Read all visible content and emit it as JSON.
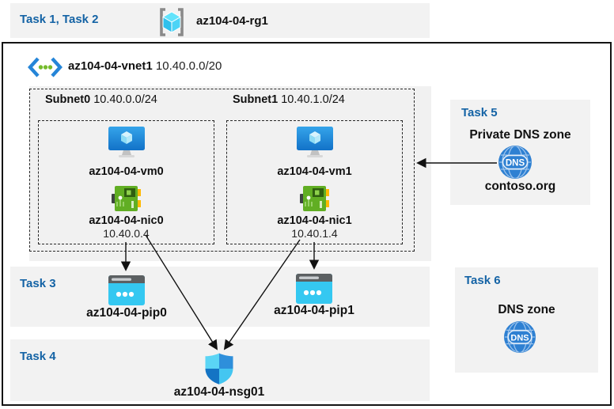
{
  "header": {
    "task_label": "Task 1, Task 2",
    "resource_group": "az104-04-rg1"
  },
  "vnet": {
    "name": "az104-04-vnet1",
    "cidr": "10.40.0.0/20"
  },
  "subnets": [
    {
      "name": "Subnet0",
      "cidr": "10.40.0.0/24",
      "vm": "az104-04-vm0",
      "nic": "az104-04-nic0",
      "ip": "10.40.0.4"
    },
    {
      "name": "Subnet1",
      "cidr": "10.40.1.0/24",
      "vm": "az104-04-vm1",
      "nic": "az104-04-nic1",
      "ip": "10.40.1.4"
    }
  ],
  "task3": {
    "label": "Task 3",
    "pip0": "az104-04-pip0",
    "pip1": "az104-04-pip1"
  },
  "task4": {
    "label": "Task 4",
    "nsg": "az104-04-nsg01"
  },
  "task5": {
    "label": "Task 5",
    "title": "Private DNS zone",
    "zone": "contoso.org",
    "dns_icon_text": "DNS"
  },
  "task6": {
    "label": "Task 6",
    "title": "DNS zone",
    "dns_icon_text": "DNS"
  },
  "colors": {
    "task_label": "#1463a5",
    "band_bg": "#f2f2f2",
    "subnet_bg": "#f1f1f1",
    "vm_blue": "#1b86dd",
    "nic_green": "#61ae23",
    "pip_cyan": "#35c8f1",
    "dns_blue": "#2e80d2",
    "vnet_chevron_blue": "#2585d8",
    "vnet_dot_green": "#76bc2d",
    "rg_cube_cyan": "#4cd4f6",
    "arrow_black": "#111111"
  }
}
